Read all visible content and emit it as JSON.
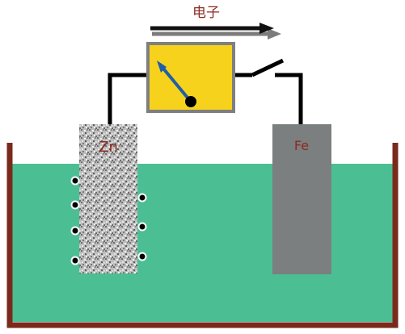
{
  "diagram": {
    "electron_label": "电子",
    "zinc_label": "Zn",
    "iron_label": "Fe",
    "colors": {
      "electrolyte": "#4bbf93",
      "beaker": "#7a2a1c",
      "meter_body": "#f7d21c",
      "meter_border": "#7f7f7f",
      "needle": "#1f5fa8",
      "wire": "#000000",
      "iron": "#7b7f7f",
      "zinc_dark": "#8f8f8f",
      "zinc_light": "#e6e6e6",
      "label_red": "#8b2a20",
      "arrow_black": "#111111",
      "arrow_gray": "#7c7c7c"
    },
    "icons": {
      "meter": "galvanometer-icon",
      "switch": "switch-icon",
      "electron_arrow": "arrow-right-icon",
      "bubble": "bubble-icon"
    }
  }
}
